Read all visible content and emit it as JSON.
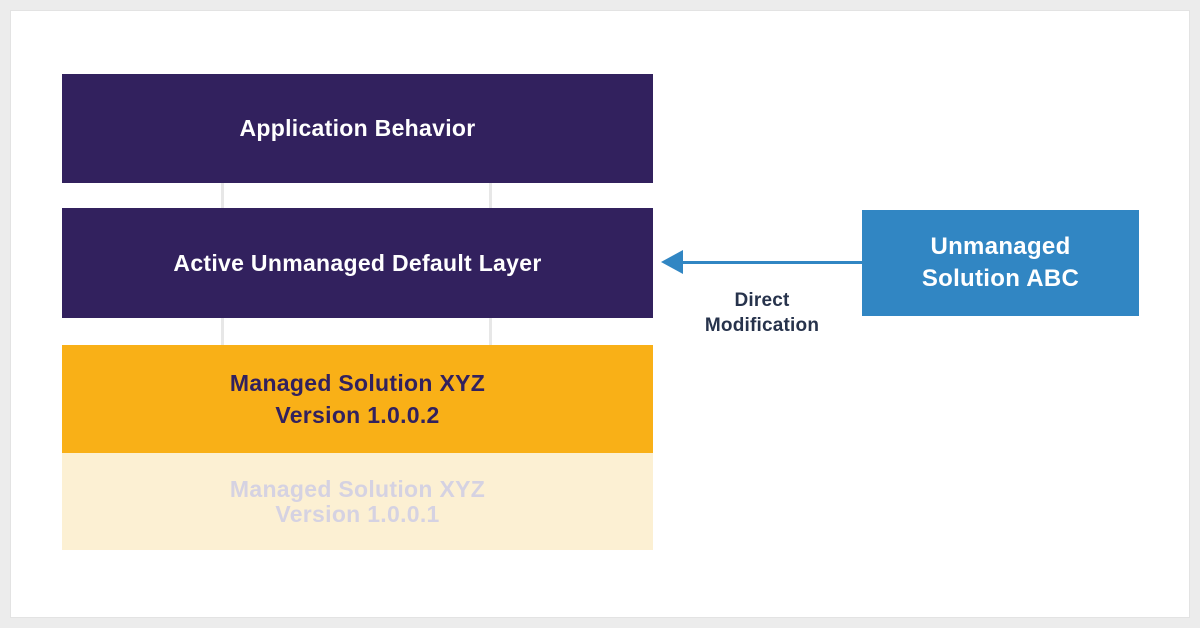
{
  "diagram": {
    "title_hint": "Solution layering diagram",
    "stack": {
      "boxes": [
        {
          "key": "application-behavior",
          "label": "Application Behavior",
          "bg": "#32215E",
          "text_color": "#FFFFFF"
        },
        {
          "key": "active-unmanaged-default-layer",
          "label": "Active Unmanaged Default Layer",
          "bg": "#32215E",
          "text_color": "#FFFFFF"
        },
        {
          "key": "managed-solution-xyz-v1002",
          "label_line1": "Managed Solution XYZ",
          "label_line2": "Version 1.0.0.2",
          "bg": "#F9B017",
          "text_color": "#32215E"
        },
        {
          "key": "managed-solution-xyz-v1001",
          "label_line1": "Managed Solution XYZ",
          "label_line2": "Version 1.0.0.1",
          "bg": "#FCF0D3",
          "text_color": "#D5D2E2",
          "state": "faded-previous-version"
        }
      ],
      "connector_color": "#E7E7E7"
    },
    "annotation": {
      "arrow_icon": "left-arrow",
      "arrow_color": "#3186C3",
      "label_line1": "Direct",
      "label_line2": "Modification",
      "label_color": "#27334C"
    },
    "side_box": {
      "key": "unmanaged-solution-abc",
      "label_line1": "Unmanaged",
      "label_line2": "Solution ABC",
      "bg": "#3186C3",
      "text_color": "#FFFFFF"
    },
    "canvas": {
      "outer_bg": "#ECECEC",
      "card_bg": "#FFFFFF",
      "card_border": "#E3E3E3"
    }
  }
}
